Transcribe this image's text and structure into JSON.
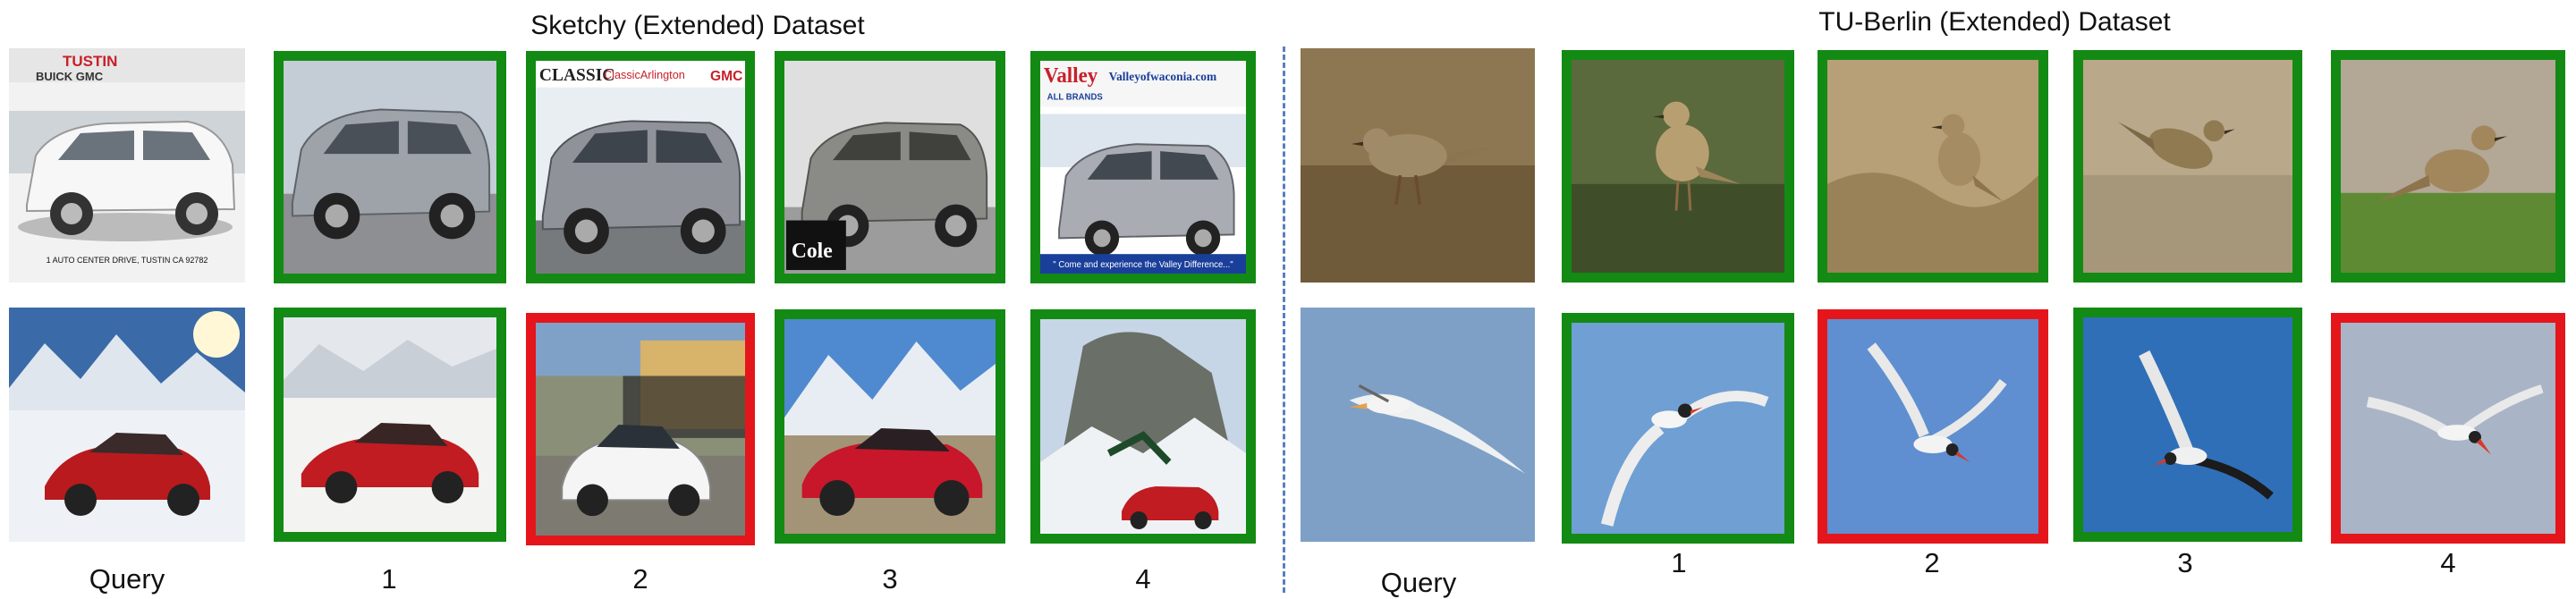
{
  "sketchy": {
    "title": "Sketchy (Extended) Dataset",
    "query_label": "Query",
    "rank_labels": [
      "1",
      "2",
      "3",
      "4"
    ],
    "row1": {
      "query": "silver GMC SUV in dealership ad",
      "query_texts": {
        "brand": "TUSTIN",
        "makes": "BUICK GMC",
        "address": "1 AUTO CENTER DRIVE, TUSTIN CA 92782"
      },
      "results": [
        {
          "status": "correct",
          "subject": "silver SUV"
        },
        {
          "status": "correct",
          "subject": "silver SUV at dealership",
          "banner_left": "CLASSIC",
          "banner_mid": "ClassicArlington",
          "banner_right": "GMC"
        },
        {
          "status": "correct",
          "subject": "silver SUV in lot",
          "badge": "Cole"
        },
        {
          "status": "correct",
          "subject": "silver SUV dealership ad",
          "banner_left": "Valley",
          "banner_right": "Valleyofwaconia.com",
          "sub": "ALL BRANDS",
          "footer": "\" Come and experience the Valley Difference...\""
        }
      ]
    },
    "row2": {
      "query": "red sports car on snow",
      "results": [
        {
          "status": "correct",
          "subject": "red sports car in snow"
        },
        {
          "status": "wrong",
          "subject": "white hatchback on street"
        },
        {
          "status": "correct",
          "subject": "red sports car, snowy mountains"
        },
        {
          "status": "correct",
          "subject": "red sports car, rocky peak"
        }
      ]
    }
  },
  "tuberlin": {
    "title": "TU-Berlin (Extended) Dataset",
    "query_label": "Query",
    "rank_labels": [
      "1",
      "2",
      "3",
      "4"
    ],
    "row1": {
      "query": "pipit bird on ground",
      "results": [
        {
          "status": "correct",
          "subject": "pipit on grass"
        },
        {
          "status": "correct",
          "subject": "pipit in dry grass"
        },
        {
          "status": "correct",
          "subject": "pipit on gravel"
        },
        {
          "status": "correct",
          "subject": "pipit on green grass"
        }
      ]
    },
    "row2": {
      "query": "tern in flight",
      "results": [
        {
          "status": "correct",
          "subject": "tern flying"
        },
        {
          "status": "wrong",
          "subject": "tern gliding"
        },
        {
          "status": "correct",
          "subject": "tern diving"
        },
        {
          "status": "wrong",
          "subject": "tern soaring"
        }
      ]
    }
  },
  "colors": {
    "correct": "#138a13",
    "wrong": "#e4161b",
    "divider": "#5a7ec4"
  }
}
